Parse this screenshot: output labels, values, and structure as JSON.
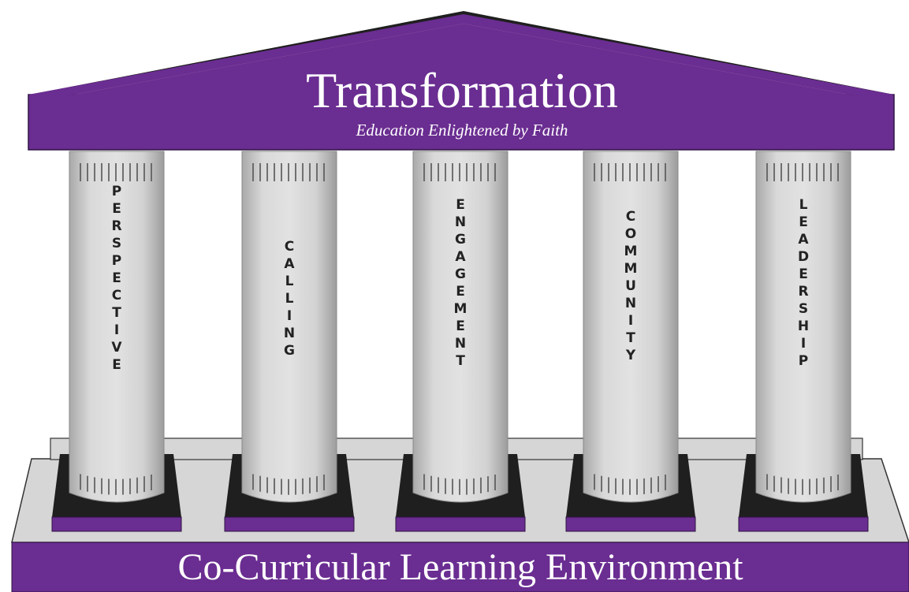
{
  "roof": {
    "title": "Transformation",
    "subtitle": "Education Enlightened by Faith"
  },
  "pillars": [
    {
      "word": "PERSPECTIVE"
    },
    {
      "word": "CALLING"
    },
    {
      "word": "ENGAGEMENT"
    },
    {
      "word": "COMMUNITY"
    },
    {
      "word": "LEADERSHIP"
    }
  ],
  "foundation": {
    "label": "Co-Curricular Learning Environment"
  },
  "colors": {
    "purple": "#6a2d91",
    "dark": "#1f1f1f",
    "column": "#cfcfcf",
    "platform": "#d6d6d6",
    "outline": "#333333",
    "text_light": "#ffffff",
    "text_dark": "#222222"
  }
}
